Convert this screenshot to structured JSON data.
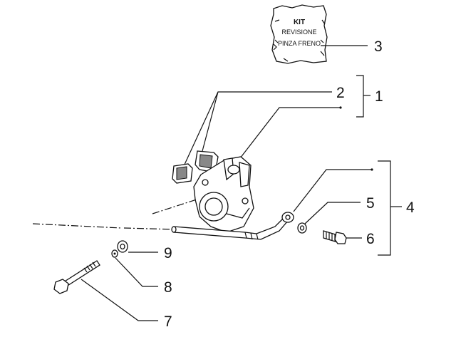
{
  "kit_label": {
    "line1": "KIT",
    "line2": "REVISIONE",
    "line3": "PINZA FRENO"
  },
  "callouts": {
    "c1": "1",
    "c2": "2",
    "c3": "3",
    "c4": "4",
    "c5": "5",
    "c6": "6",
    "c7": "7",
    "c8": "8",
    "c9": "9"
  }
}
